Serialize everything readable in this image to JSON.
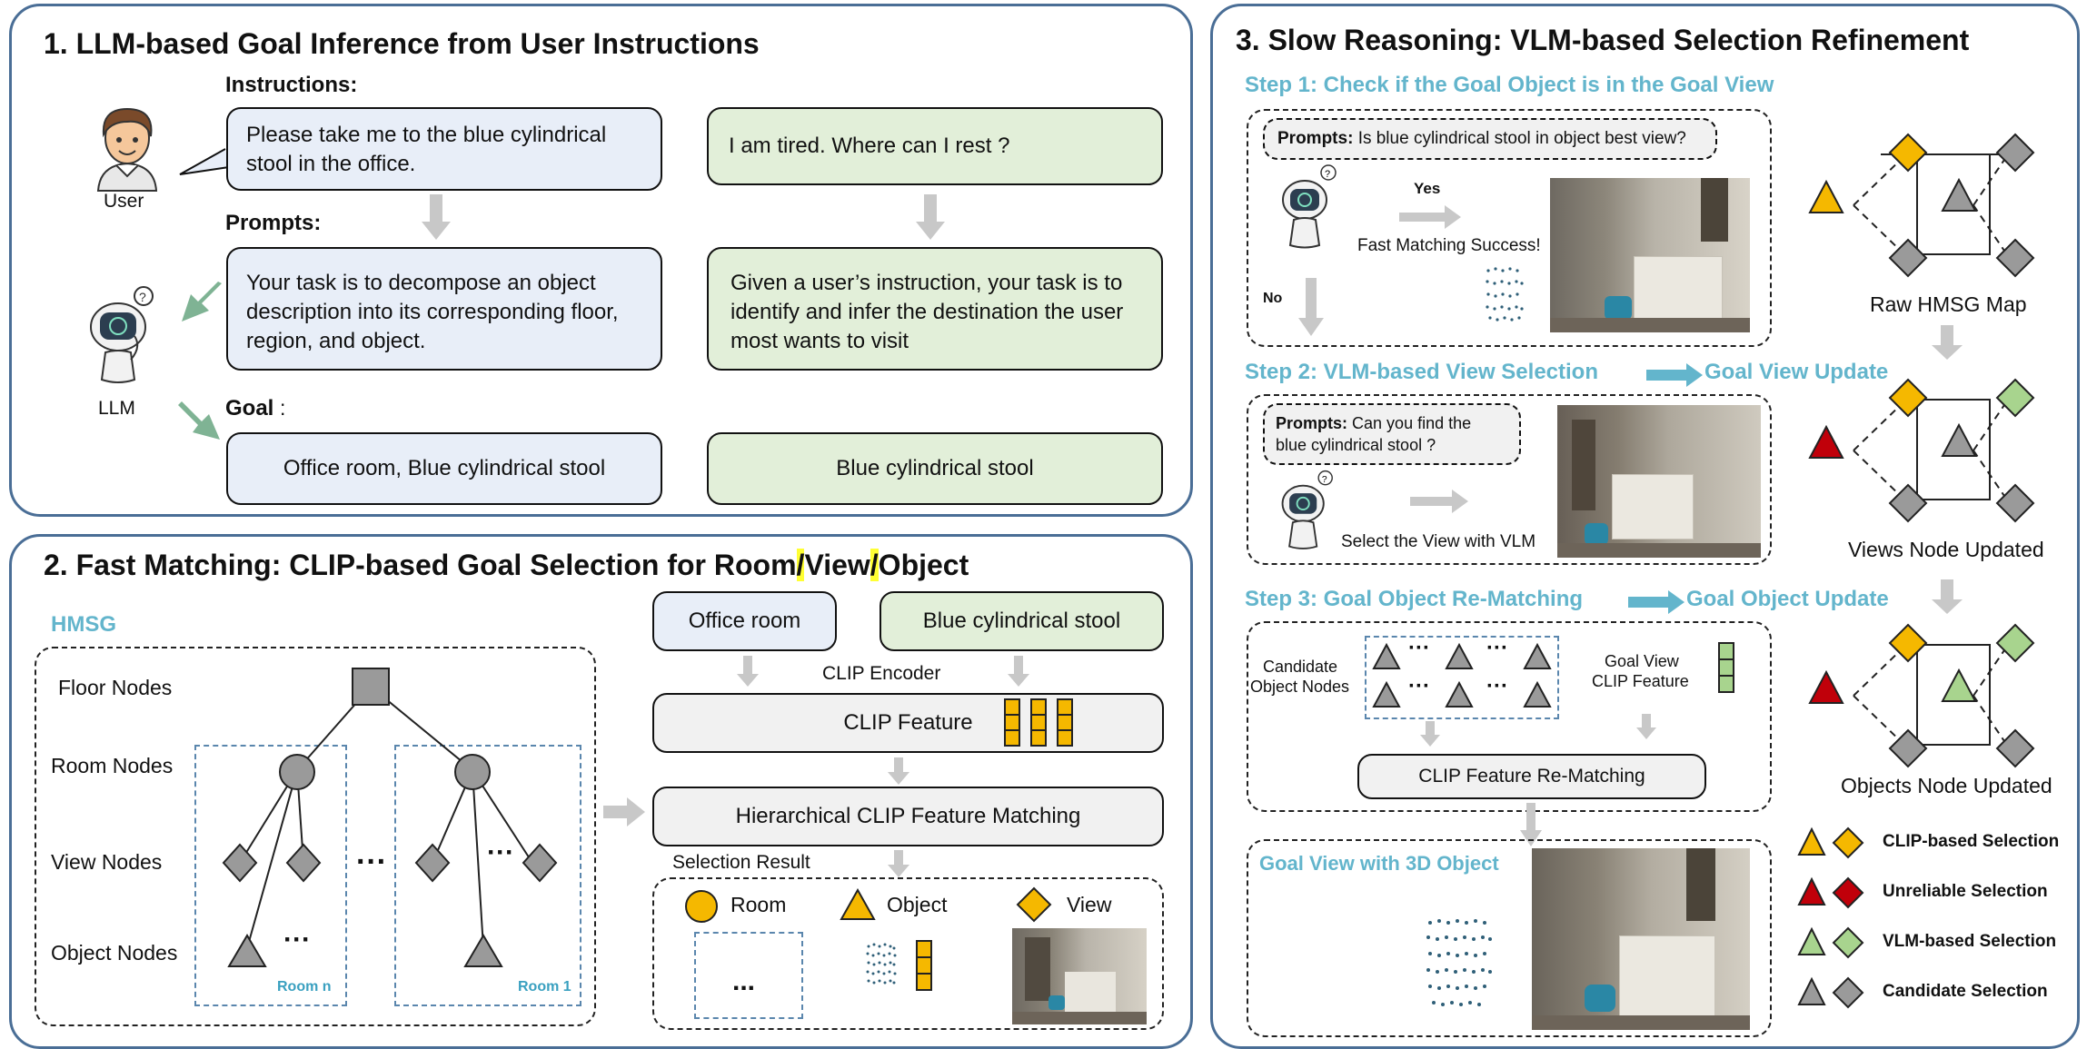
{
  "panel1": {
    "title": "1. LLM-based Goal Inference from User Instructions",
    "instructions_label": "Instructions:",
    "user_label": "User",
    "instruction_1": "Please take me to the blue cylindrical stool in the office.",
    "instruction_2": "I am tired. Where can I rest ?",
    "prompts_label": "Prompts:",
    "prompt_1": "Your task is to decompose an object description into its corresponding floor, region, and object.",
    "prompt_2": "Given a user’s instruction, your task is to identify and infer the destination the user most wants to visit",
    "llm_label": "LLM",
    "goal_label": "Goal",
    "goal_colon": ":",
    "goal_1": "Office room, Blue cylindrical stool",
    "goal_2": "Blue cylindrical stool"
  },
  "panel2": {
    "title_part1": "2. Fast Matching: CLIP-based Goal Selection for Room",
    "title_sep1": "/",
    "title_part2": "View",
    "title_sep2": "/",
    "title_part3": "Object",
    "hmsg_label": "HMSG",
    "floor_nodes": "Floor Nodes",
    "room_nodes": "Room Nodes",
    "view_nodes": "View Nodes",
    "object_nodes": "Object Nodes",
    "room_n": "Room n",
    "room_1": "Room 1",
    "ellipsis": "···",
    "office_room": "Office room",
    "blue_stool": "Blue cylindrical stool",
    "clip_encoder": "CLIP Encoder",
    "clip_feature": "CLIP Feature",
    "hier_matching": "Hierarchical CLIP Feature Matching",
    "selection_result": "Selection Result",
    "legend_room": "Room",
    "legend_object": "Object",
    "legend_view": "View",
    "room_ellipsis": "..."
  },
  "panel3": {
    "title": "3. Slow Reasoning: VLM-based Selection Refinement",
    "step1": "Step 1: Check if the Goal Object is in the Goal View",
    "step1_prompt_bold": "Prompts:",
    "step1_prompt": "Is blue cylindrical stool in object best view?",
    "yes": "Yes",
    "no": "No",
    "fast_success": "Fast Matching Success!",
    "raw_map": "Raw HMSG Map",
    "step2": "Step 2: VLM-based View Selection",
    "step2_update": "Goal View Update",
    "step2_prompt_bold": "Prompts:",
    "step2_prompt_line1": "Can you find the",
    "step2_prompt_line2": "blue cylindrical stool ?",
    "select_view": "Select the View with VLM",
    "views_updated": "Views Node Updated",
    "step3": "Step 3: Goal Object Re-Matching",
    "step3_update": "Goal Object Update",
    "candidate_line1": "Candidate",
    "candidate_line2": "Object Nodes",
    "goal_view_line1": "Goal View",
    "goal_view_line2": "CLIP Feature",
    "rematching": "CLIP Feature Re-Matching",
    "objects_updated": "Objects Node Updated",
    "goal_view_3d": "Goal View with 3D Object",
    "dots": "···",
    "legend": [
      {
        "label": "CLIP-based Selection",
        "color": "#f5b800"
      },
      {
        "label": "Unreliable Selection",
        "color": "#c0000a"
      },
      {
        "label": "VLM-based Selection",
        "color": "#a8d48e"
      },
      {
        "label": "Candidate Selection",
        "color": "#9a9a9a"
      }
    ]
  },
  "colors": {
    "panel_border": "#4a6e96",
    "teal_text": "#63b5cc",
    "clip_yellow": "#f5b800",
    "unreliable_red": "#c0000a",
    "vlm_green": "#a8d48e",
    "candidate_gray": "#9a9a9a",
    "instruction_blue_bg": "#e8eef8",
    "instruction_green_bg": "#e2efd9"
  }
}
